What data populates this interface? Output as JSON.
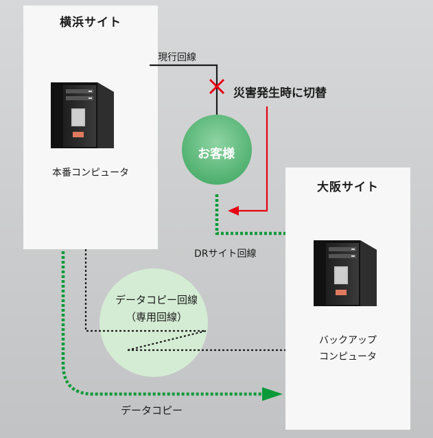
{
  "sites": {
    "yokohama": {
      "title": "横浜サイト",
      "server_label": "本番コンピュータ"
    },
    "osaka": {
      "title": "大阪サイト",
      "server_label_line1": "バックアップ",
      "server_label_line2": "コンピュータ"
    }
  },
  "lines": {
    "current_line": "現行回線",
    "disaster_switch": "災害発生時に切替",
    "dr_site_line": "DRサイト回線",
    "data_copy_line": "データコピー回線",
    "dedicated_line": "（専用回線）",
    "data_copy": "データコピー"
  },
  "customer": {
    "label": "お客様"
  },
  "colors": {
    "panel": "#f7f7f7",
    "line_black": "#1a1a1a",
    "switch_red": "#e60012",
    "dr_green": "#0a9a3a",
    "customer_circle": "#5cb87a",
    "copy_circle": "#d4ecd4"
  },
  "icons": {
    "server": "server-icon",
    "switch_mark": "x-mark-icon",
    "arrow": "arrow-icon"
  }
}
